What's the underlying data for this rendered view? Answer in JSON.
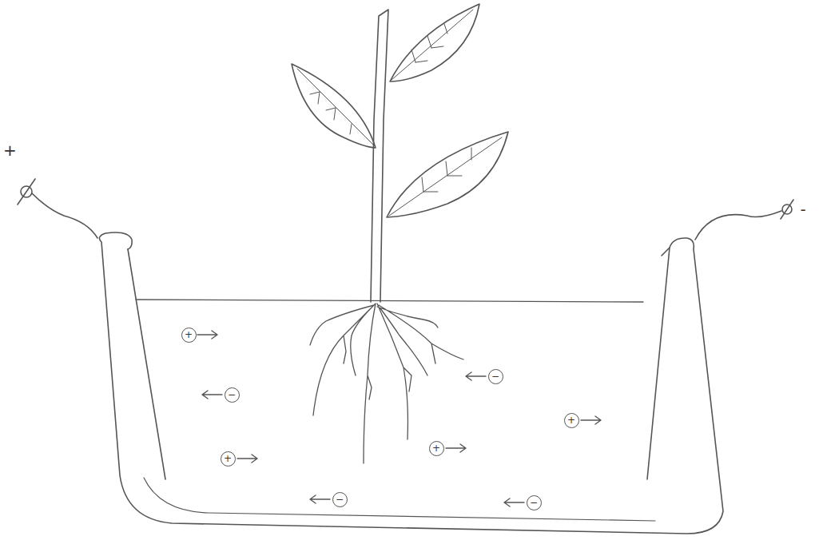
{
  "diagram": {
    "nodes": [
      {
        "text": [
          "+"
        ]
      },
      {
        "text": [
          "−"
        ]
      },
      {
        "text": [
          "−"
        ]
      },
      {
        "text": [
          "+"
        ]
      },
      {
        "text": [
          "+"
        ]
      },
      {
        "text": [
          "+"
        ]
      },
      {
        "text": [
          "−"
        ]
      },
      {
        "text": [
          "−"
        ]
      }
    ],
    "labels": [
      "+",
      "-"
    ]
  }
}
